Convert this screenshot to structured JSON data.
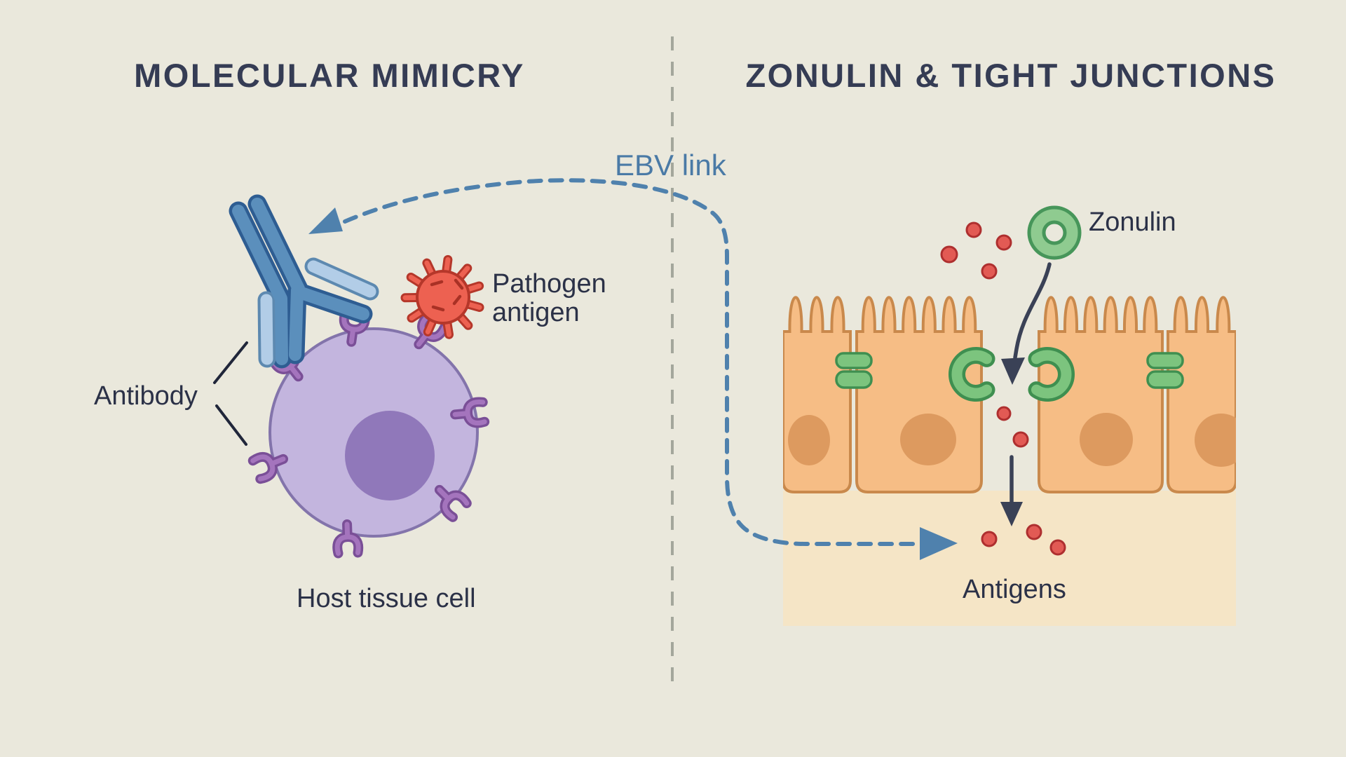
{
  "titles": {
    "left": "MOLECULAR MIMICRY",
    "right": "ZONULIN & TIGHT JUNCTIONS"
  },
  "connector": {
    "label": "EBV link"
  },
  "left_panel": {
    "labels": {
      "antibody": "Antibody",
      "pathogen_line1": "Pathogen",
      "pathogen_line2": "antigen",
      "host_cell": "Host tissue cell"
    },
    "counts": {
      "cell_receptors": 7,
      "pathogen_spikes": 11
    }
  },
  "right_panel": {
    "labels": {
      "zonulin": "Zonulin",
      "antigens": "Antigens"
    },
    "counts": {
      "epithelial_cells": 4,
      "closed_tight_junctions": 2,
      "open_junction_halves": 2,
      "antigen_dots_above_barrier": 4,
      "antigen_dots_in_gap": 2,
      "antigen_dots_below_barrier": 3
    }
  },
  "colors": {
    "bg": "#eae8dc",
    "title_text": "#353c54",
    "label_text": "#2b3147",
    "ebv_blue": "#4a7aa6",
    "dashed_blue": "#4f81ad",
    "divider_gray": "#a4a79c",
    "antibody_dark_fill": "#5b8fbc",
    "antibody_dark_outline": "#2e5d92",
    "antibody_light_fill": "#b2cde7",
    "antibody_light_outline": "#5d89b0",
    "receptor_fill": "#a474bd",
    "receptor_outline": "#7a4f97",
    "cell_fill": "#c3b5de",
    "cell_outline": "#8374ab",
    "nucleus_fill": "#9078ba",
    "pathogen_fill": "#ed6151",
    "pathogen_outline": "#b5372a",
    "pathogen_mark": "#a93125",
    "epithelial_fill": "#f6bd85",
    "epithelial_outline": "#c9894c",
    "epithelial_nucleus": "#dd9a5f",
    "junction_fill": "#7cc47e",
    "junction_outline": "#3f8f50",
    "zonulin_fill": "#8fcb90",
    "zonulin_outline": "#47965a",
    "antigen_fill": "#e25a54",
    "antigen_outline": "#ae2f2f",
    "arrow_navy": "#3a4156",
    "beige": "#f5e5c6",
    "pointer_line": "#20263a"
  }
}
